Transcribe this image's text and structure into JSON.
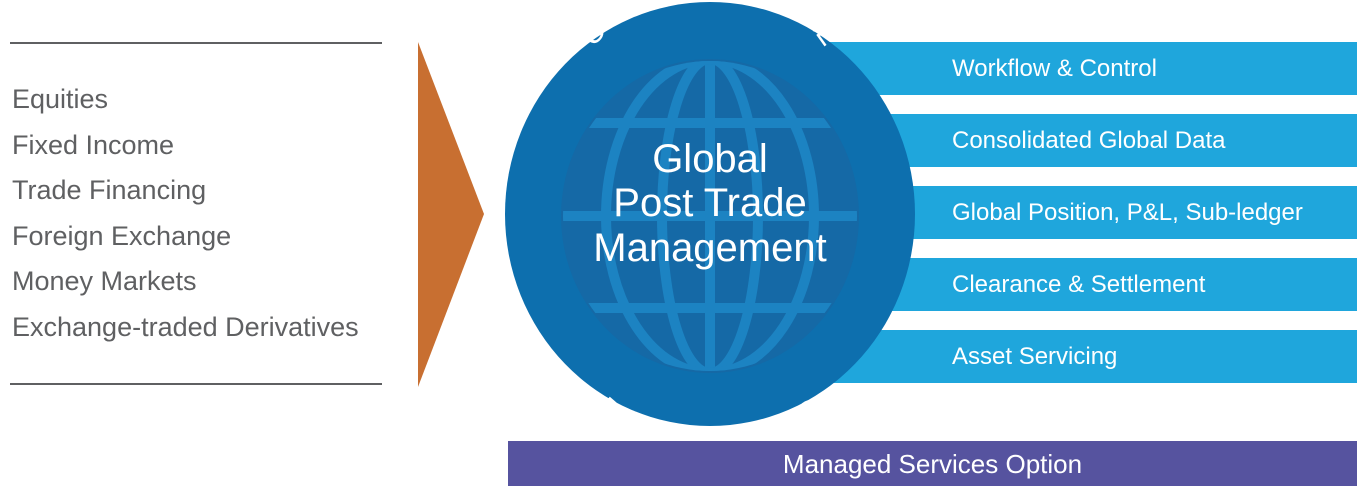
{
  "inputs": {
    "items": [
      "Equities",
      "Fixed Income",
      "Trade Financing",
      "Foreign Exchange",
      "Money Markets",
      "Exchange-traded Derivatives"
    ]
  },
  "globe": {
    "arc_top": "UNIFIED PORTAL",
    "arc_bottom": "DATA FABRIC",
    "title_lines": [
      "Global",
      "Post Trade",
      "Management"
    ]
  },
  "services": {
    "items": [
      "Workflow & Control",
      "Consolidated Global Data",
      "Global Position, P&L, Sub-ledger",
      "Clearance & Settlement",
      "Asset Servicing"
    ]
  },
  "managed_services": {
    "label": "Managed Services Option"
  },
  "colors": {
    "arrow": "#c86f31",
    "globe_outer": "#0d6fae",
    "globe_inner": "#1569a6",
    "globe_lines": "#1c83c2",
    "service_bar": "#1fa6dc",
    "managed_bar": "#56539f",
    "text_gray": "#5f6062"
  }
}
